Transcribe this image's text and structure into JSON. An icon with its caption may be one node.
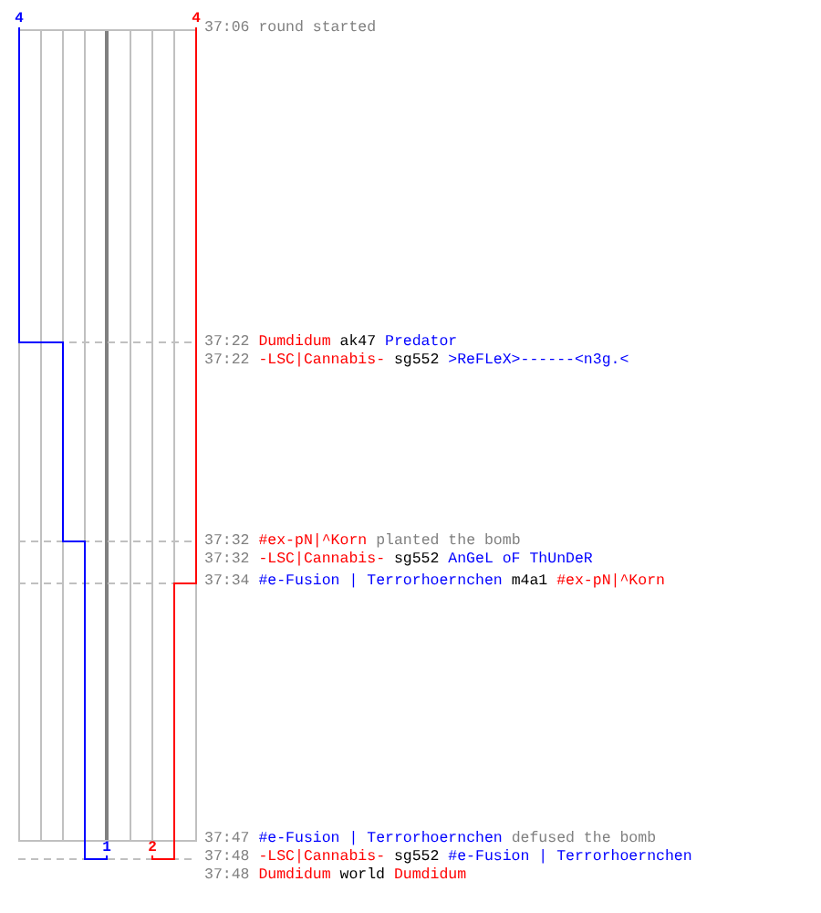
{
  "diagram": {
    "labels": [
      "4",
      "4",
      "37:06",
      "round started",
      "37:22",
      "Dumdidum",
      "ak47",
      "Predator",
      "37:22",
      "-LSC|Cannabis-",
      "sg552",
      ">ReFLeX>------<n3g.<",
      "37:32",
      "#ex-pN|^Korn",
      "planted the bomb",
      "37:32",
      "-LSC|Cannabis-",
      "sg552",
      "AnGeL oF ThUnDeR",
      "37:34",
      "#e-Fusion | Terrorhoernchen",
      "m4a1",
      "#ex-pN|^Korn",
      "37:47",
      "#e-Fusion | Terrorhoernchen",
      "defused the bomb",
      "1",
      "2",
      "37:48",
      "-LSC|Cannabis-",
      "sg552",
      "#e-Fusion | Terrorhoernchen",
      "37:48",
      "Dumdidum",
      "world",
      "Dumdidum"
    ]
  }
}
